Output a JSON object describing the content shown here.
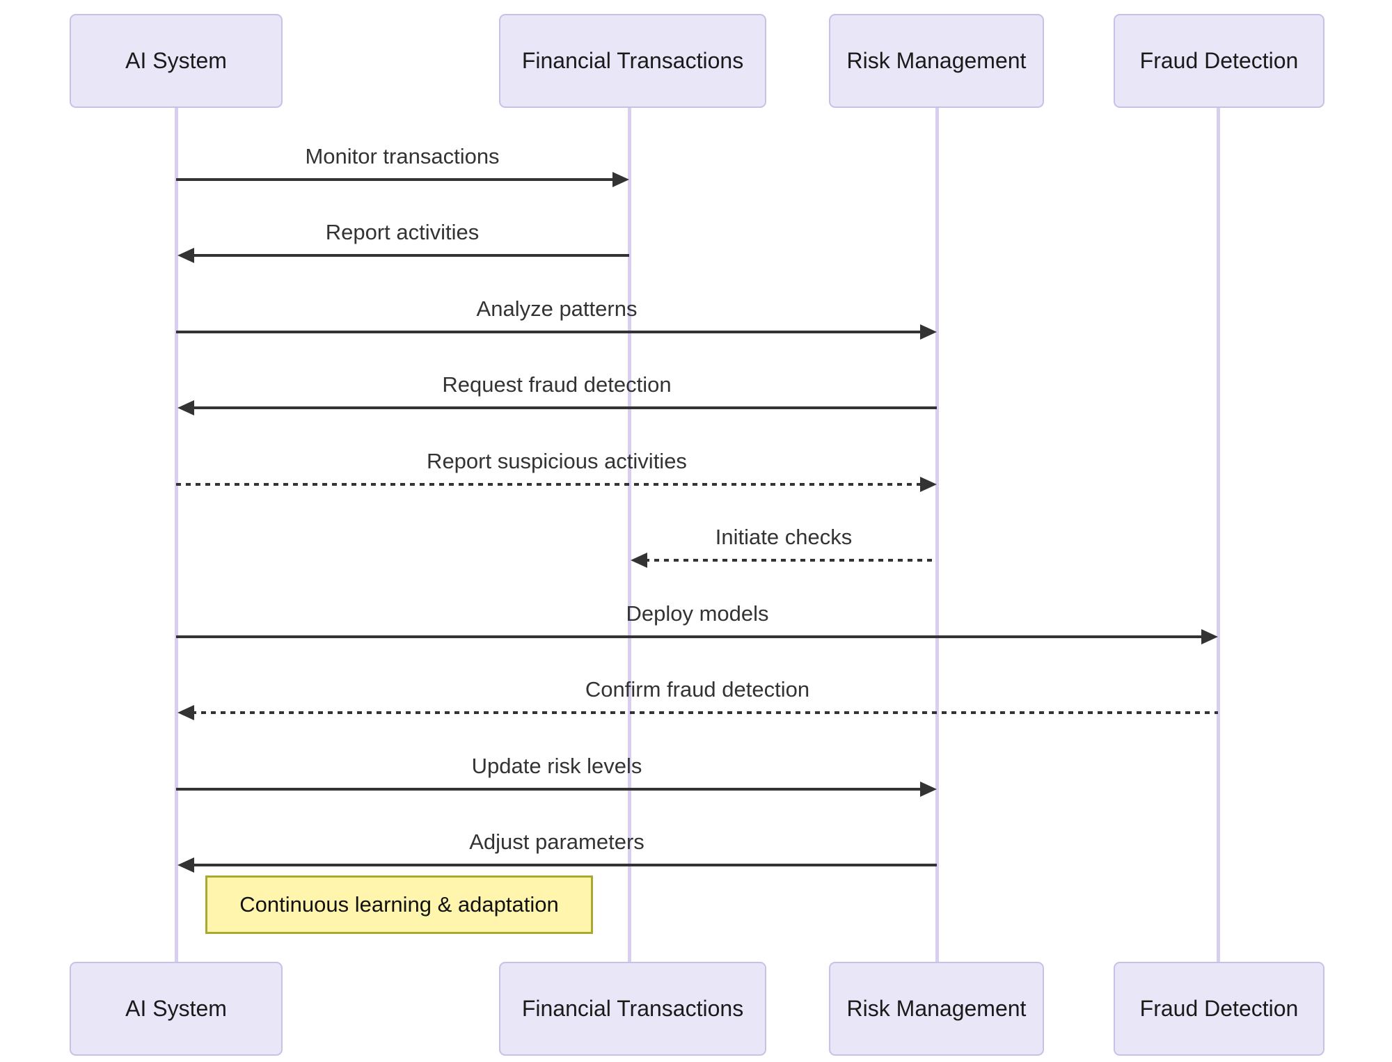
{
  "diagram": {
    "type": "sequence-diagram",
    "actors": [
      {
        "name": "AI System"
      },
      {
        "name": "Financial Transactions"
      },
      {
        "name": "Risk Management"
      },
      {
        "name": "Fraud Detection"
      }
    ],
    "messages": [
      {
        "from": "AI System",
        "to": "Financial Transactions",
        "label": "Monitor transactions",
        "line": "solid",
        "direction": "right"
      },
      {
        "from": "Financial Transactions",
        "to": "AI System",
        "label": "Report activities",
        "line": "solid",
        "direction": "left"
      },
      {
        "from": "AI System",
        "to": "Risk Management",
        "label": "Analyze patterns",
        "line": "solid",
        "direction": "right"
      },
      {
        "from": "Risk Management",
        "to": "AI System",
        "label": "Request fraud detection",
        "line": "solid",
        "direction": "left"
      },
      {
        "from": "AI System",
        "to": "Risk Management",
        "label": "Report suspicious activities",
        "line": "dashed",
        "direction": "right"
      },
      {
        "from": "Risk Management",
        "to": "Financial Transactions",
        "label": "Initiate checks",
        "line": "dashed",
        "direction": "left"
      },
      {
        "from": "AI System",
        "to": "Fraud Detection",
        "label": "Deploy models",
        "line": "solid",
        "direction": "right"
      },
      {
        "from": "Fraud Detection",
        "to": "AI System",
        "label": "Confirm fraud detection",
        "line": "dashed",
        "direction": "left"
      },
      {
        "from": "AI System",
        "to": "Risk Management",
        "label": "Update risk levels",
        "line": "solid",
        "direction": "right"
      },
      {
        "from": "Risk Management",
        "to": "AI System",
        "label": "Adjust parameters",
        "line": "solid",
        "direction": "left"
      }
    ],
    "note": {
      "text": "Continuous learning & adaptation",
      "position": "right of AI System"
    },
    "colors": {
      "actor_fill": "#e9e6f8",
      "actor_border": "#c9c0e8",
      "lifeline": "#d8cff0",
      "arrow": "#333333",
      "message_text": "#333333",
      "note_fill": "#fff5ad",
      "note_border": "#a8a833",
      "background": "#ffffff"
    }
  }
}
